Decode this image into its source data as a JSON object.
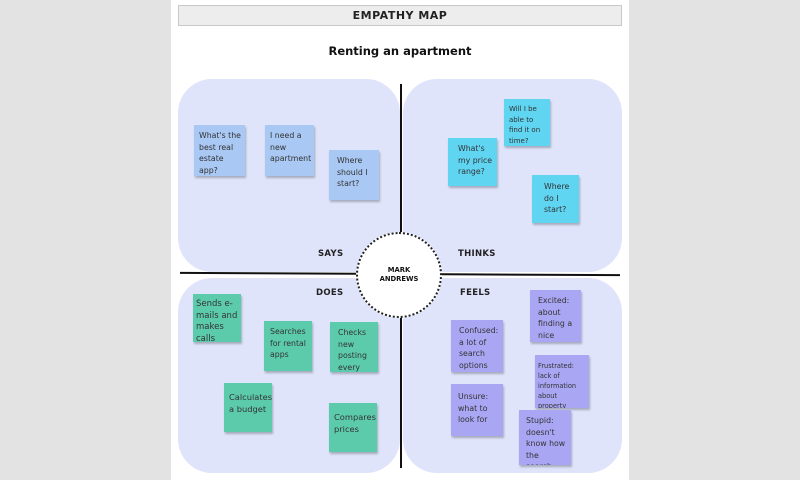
{
  "header": {
    "title": "EMPATHY MAP"
  },
  "subtitle": "Renting an apartment",
  "persona": "MARK ANDREWS",
  "quadrants": {
    "says": {
      "label": "SAYS",
      "notes": [
        "What's the best real estate app?",
        "I need a new apartment",
        "Where should I start?"
      ]
    },
    "thinks": {
      "label": "THINKS",
      "notes": [
        "Will I be able to find it on time?",
        "What's my price range?",
        "Where do I start?"
      ]
    },
    "does": {
      "label": "DOES",
      "notes": [
        "Sends e-mails and makes calls",
        "Searches for rental apps",
        "Checks new posting every day",
        "Calculates a budget",
        "Compares prices"
      ]
    },
    "feels": {
      "label": "FEELS",
      "notes": [
        "Excited: about finding a nice place",
        "Confused: a lot of search options",
        "Frustrated: lack of information about property",
        "Unsure: what to look for",
        "Stupid: doesn't know how the search works"
      ]
    }
  },
  "colors": {
    "quadrant_bg": "#dfe4fb",
    "says_note": "#a9c8f4",
    "thinks_note": "#5fd5f2",
    "does_note": "#5ccbac",
    "feels_note": "#a9a6f4"
  }
}
